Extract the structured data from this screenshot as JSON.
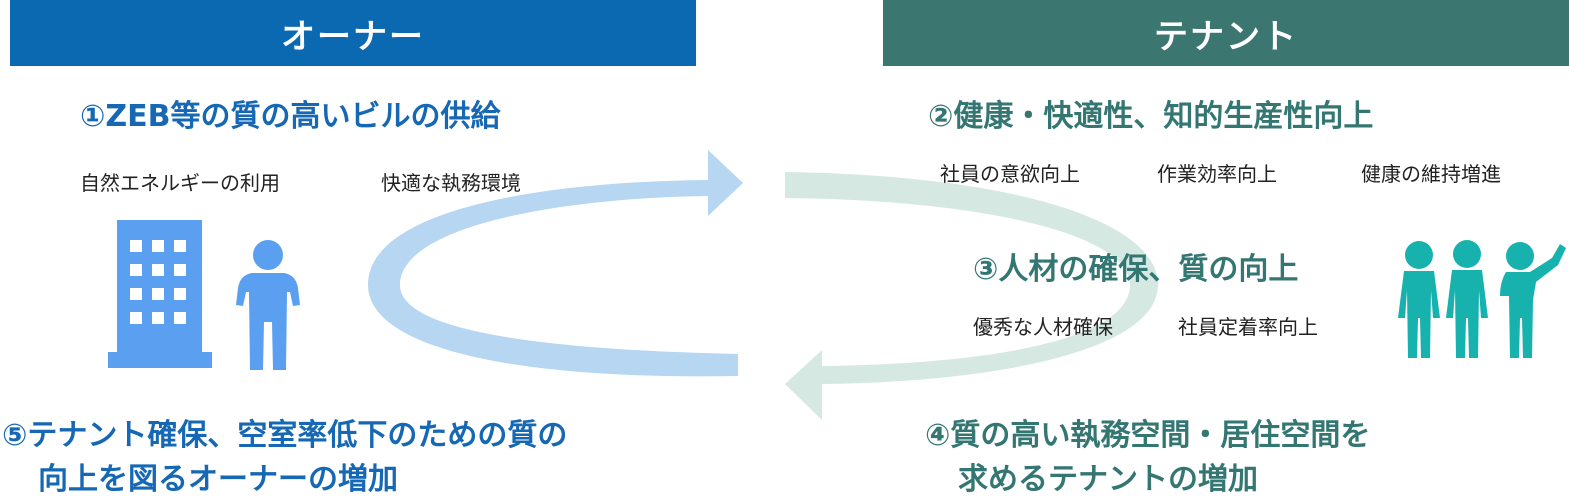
{
  "owner": {
    "header": "オーナー",
    "title1": "①ZEB等の質の高いビルの供給",
    "benefits": [
      "自然エネルギーの利用",
      "快適な執務環境"
    ],
    "title5_line1": "⑤テナント確保、空室率低下のための質の",
    "title5_line2": "向上を図るオーナーの増加"
  },
  "tenant": {
    "header": "テナント",
    "title2": "②健康・快適性、知的生産性向上",
    "benefits2": [
      "社員の意欲向上",
      "作業効率向上",
      "健康の維持増進"
    ],
    "title3": "③人材の確保、質の向上",
    "benefits3": [
      "優秀な人材確保",
      "社員定着率向上"
    ],
    "title4_line1": "④質の高い執務空間・居住空間を",
    "title4_line2": "求めるテナントの増加"
  },
  "colors": {
    "owner_blue": "#0a69b1",
    "tenant_teal": "#3b7670",
    "owner_text": "#1768b4",
    "tenant_text": "#347772",
    "arrow_blue": "#b6d6f2",
    "arrow_green": "#d0e7df",
    "building_icon": "#5a9ff0",
    "people_icon": "#17b2ae"
  },
  "icons": [
    "office-building-icon",
    "person-icon",
    "people-group-icon"
  ]
}
